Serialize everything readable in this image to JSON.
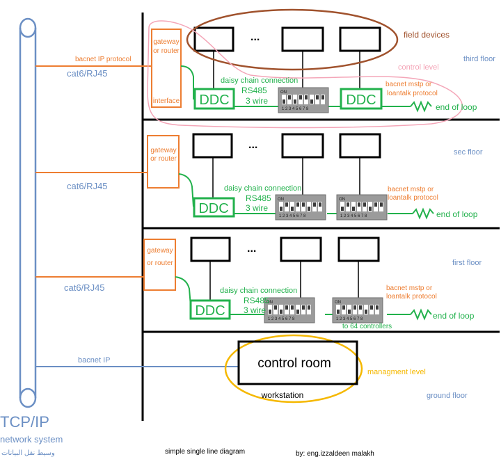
{
  "network": {
    "title": "TCP/IP",
    "subtitle": "network system",
    "arabic": "وسيط نقل البيانات"
  },
  "links": {
    "bacnet_ip_protocol": "bacnet IP protocol",
    "cat6": "cat6/RJ45",
    "bacnet_ip": "bacnet IP"
  },
  "floors": {
    "third": "third floor",
    "second": "sec floor",
    "first": "first floor",
    "ground": "ground floor"
  },
  "labels": {
    "field_devices": "field devices",
    "control_level": "control level",
    "management_level": "managment level",
    "gateway": "gateway",
    "or_router": "or router",
    "interface": "interface",
    "ddc": "DDC",
    "daisy_chain": "daisy chain connection",
    "rs485": "RS485",
    "three_wire": "3 wire",
    "bacnet_mstp": "bacnet mstp or",
    "loantalk": "loantalk protocol",
    "end_of_loop": "end of loop",
    "ellipsis": "...",
    "to_64": "to 64 controllers",
    "control_room": "control room",
    "workstation": "workstation",
    "dip_on": "ON",
    "dip_numbers": "1 2 3 4 5 6 7 8"
  },
  "footer": {
    "title": "simple single line diagram",
    "author": "by: eng.izzaldeen malakh"
  },
  "colors": {
    "pipe": "#6b8fc4",
    "orange": "#ed7d31",
    "green": "#22b14c",
    "brown": "#a0522d",
    "pink": "#f4a6b8",
    "gold": "#f5b800",
    "floor_text": "#6b8fc4"
  }
}
